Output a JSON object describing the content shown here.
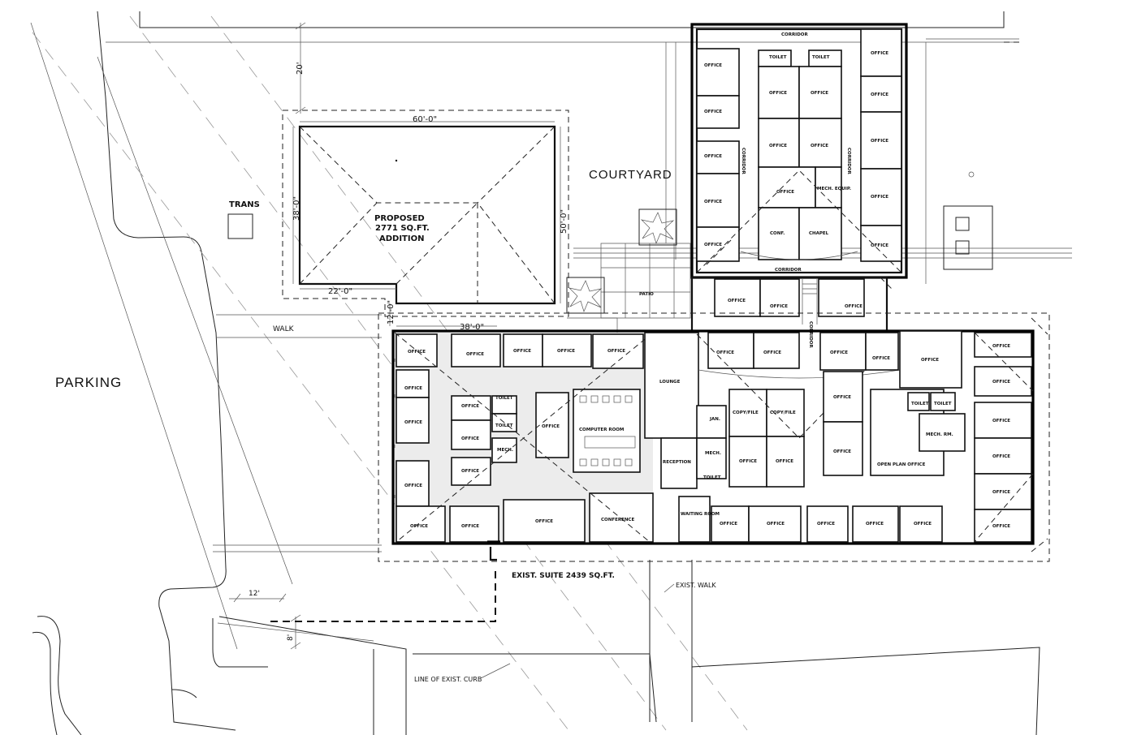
{
  "labels": {
    "courtyard": "COURTYARD",
    "parking": "PARKING",
    "trans": "TRANS",
    "walk": "WALK",
    "patio": "PATIO",
    "proposed": "PROPOSED",
    "area": "2771 SQ.FT.",
    "addition": "ADDITION",
    "exist_suite": "EXIST. SUITE 2439 SQ.FT.",
    "exist_walk": "EXIST. WALK",
    "curb": "LINE OF EXIST. CURB",
    "corridor": "CORRIDOR",
    "office": "OFFICE",
    "toilet": "TOILET",
    "mech_equip": "MECH. EQUIP.",
    "conf": "CONF.",
    "chapel": "CHAPEL",
    "lounge": "LOUNGE",
    "computer_room": "COMPUTER ROOM",
    "copy_file": "COPY/FILE",
    "jan": "JAN.",
    "mech": "MECH.",
    "reception": "RECEPTION",
    "waiting_room": "WAITING ROOM",
    "conference": "CONFERENCE",
    "open_plan_office": "OPEN PLAN OFFICE",
    "mech_rm": "MECH. RM."
  },
  "dimensions": {
    "d20": "20'",
    "d60": "60'-0\"",
    "d38a": "38'-0\"",
    "d50": "50'-0\"",
    "d22": "22'-0\"",
    "d12a": "12'-0\"",
    "d38b": "38'-0\"",
    "d12b": "12'",
    "d8": "8'"
  }
}
